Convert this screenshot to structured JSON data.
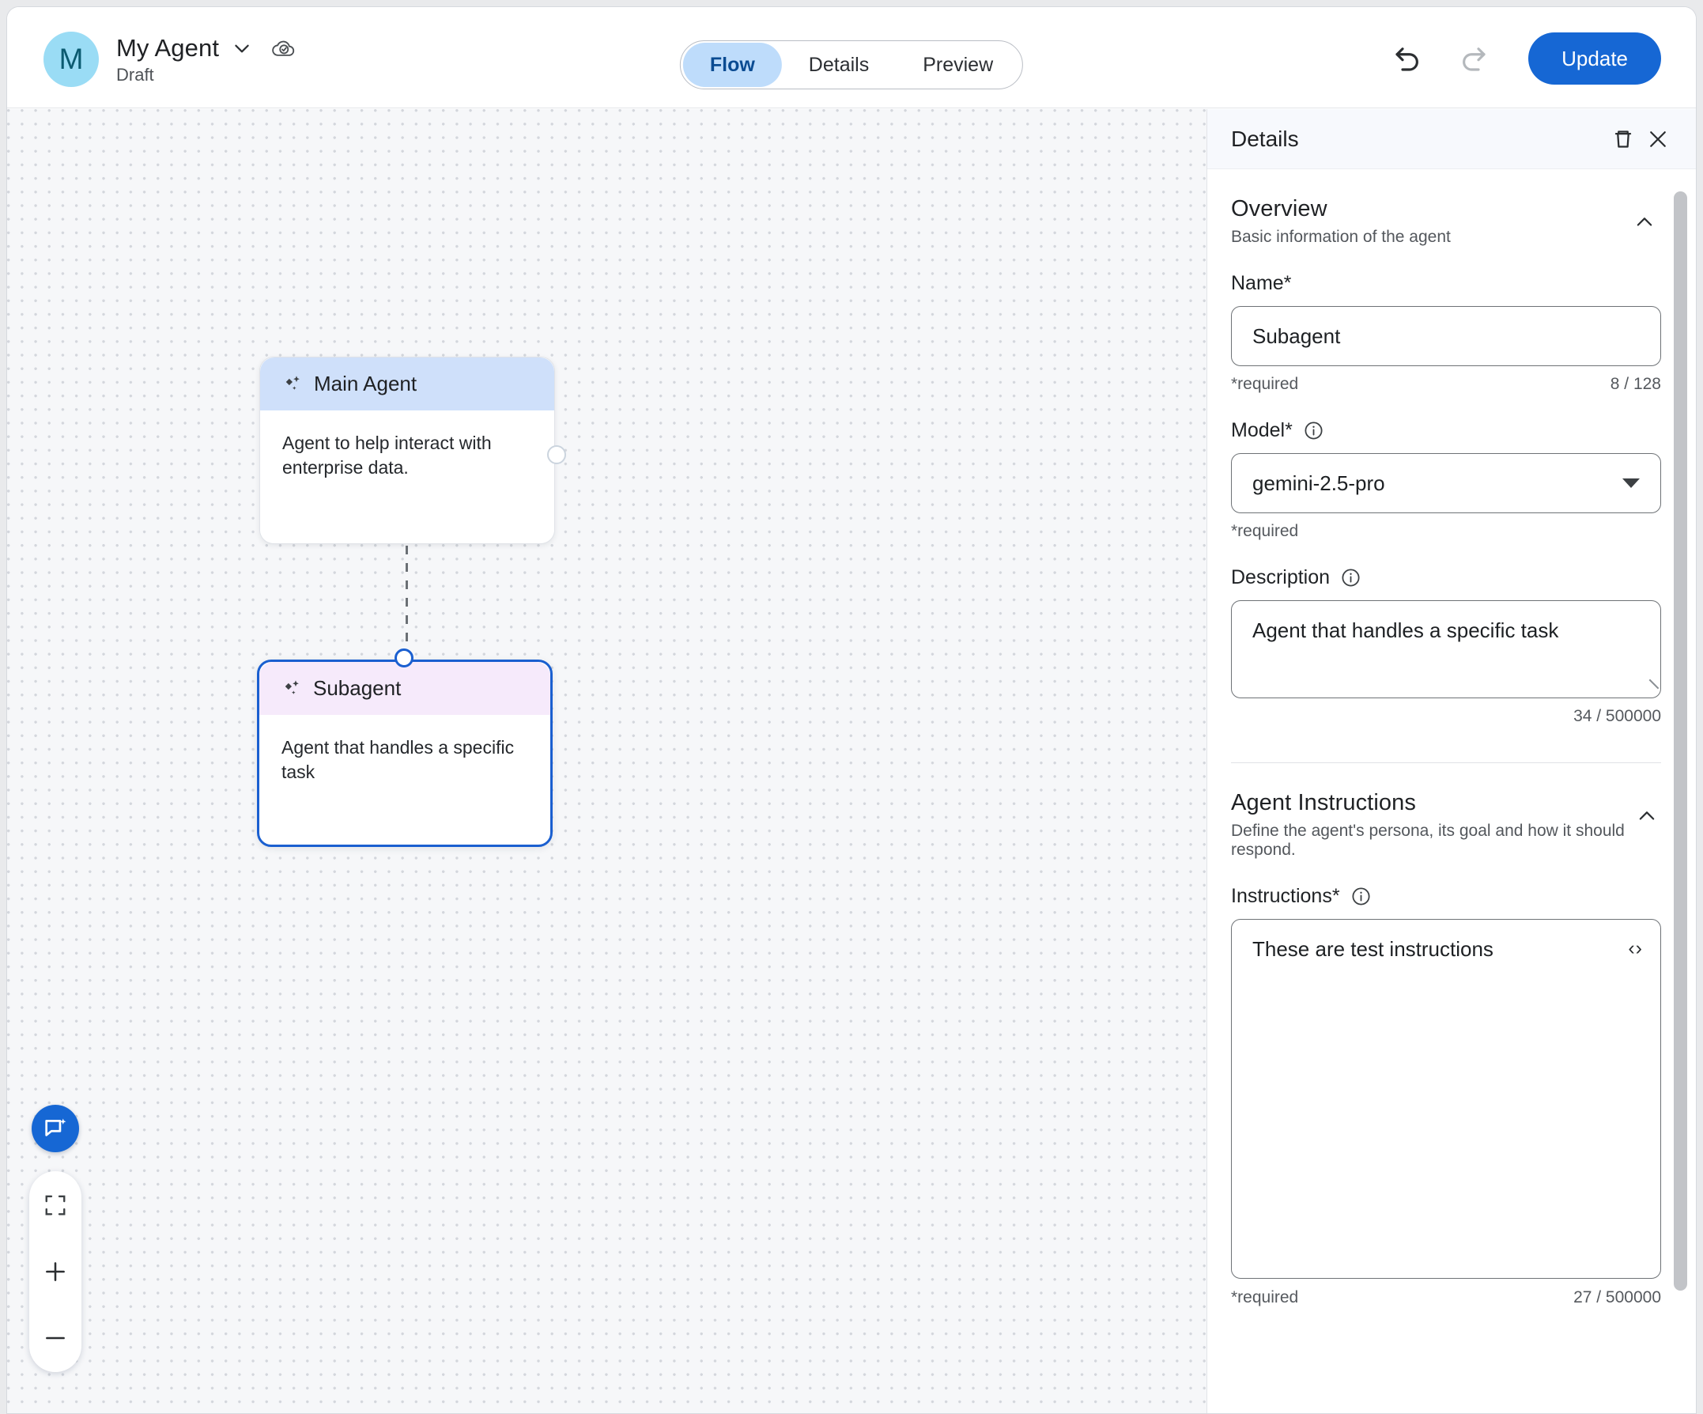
{
  "topbar": {
    "avatar_letter": "M",
    "agent_name": "My Agent",
    "status": "Draft",
    "icons": {
      "chevron_down": "chevron-down-icon",
      "cloud_saved": "cloud-saved-icon",
      "undo": "undo-icon",
      "redo": "redo-icon"
    },
    "tabs": [
      {
        "label": "Flow",
        "active": true
      },
      {
        "label": "Details",
        "active": false
      },
      {
        "label": "Preview",
        "active": false
      }
    ],
    "update_label": "Update",
    "accent": "#1667d4"
  },
  "canvas": {
    "nodes": [
      {
        "title": "Main Agent",
        "description": "Agent to help interact with enterprise data.",
        "header_color": "#cfe0fa",
        "selected": false
      },
      {
        "title": "Subagent",
        "description": "Agent that handles a specific task",
        "header_color": "#f6eafb",
        "selected": true
      }
    ],
    "controls": {
      "chat_fab": "chat-sparkle-icon",
      "fit_view": "fit-view-icon",
      "zoom_in": "+",
      "zoom_out": "−"
    }
  },
  "panel": {
    "title": "Details",
    "delete_icon": "trash-icon",
    "close_icon": "close-icon",
    "sections": [
      {
        "title": "Overview",
        "subtitle": "Basic information of the agent",
        "collapsed": false
      },
      {
        "title": "Agent Instructions",
        "subtitle": "Define the agent's persona, its goal and how it should respond.",
        "collapsed": false
      }
    ],
    "fields": {
      "name": {
        "label": "Name*",
        "value": "Subagent",
        "required_text": "*required",
        "counter": "8 / 128"
      },
      "model": {
        "label": "Model*",
        "value": "gemini-2.5-pro",
        "required_text": "*required",
        "info": "info-icon"
      },
      "description": {
        "label": "Description",
        "value": "Agent that handles a specific task",
        "counter": "34 / 500000",
        "info": "info-icon"
      },
      "instructions": {
        "label": "Instructions*",
        "value": "These are test instructions",
        "code_toggle": "‹›",
        "info": "info-icon",
        "required_text": "*required",
        "counter": "27 / 500000"
      }
    }
  }
}
